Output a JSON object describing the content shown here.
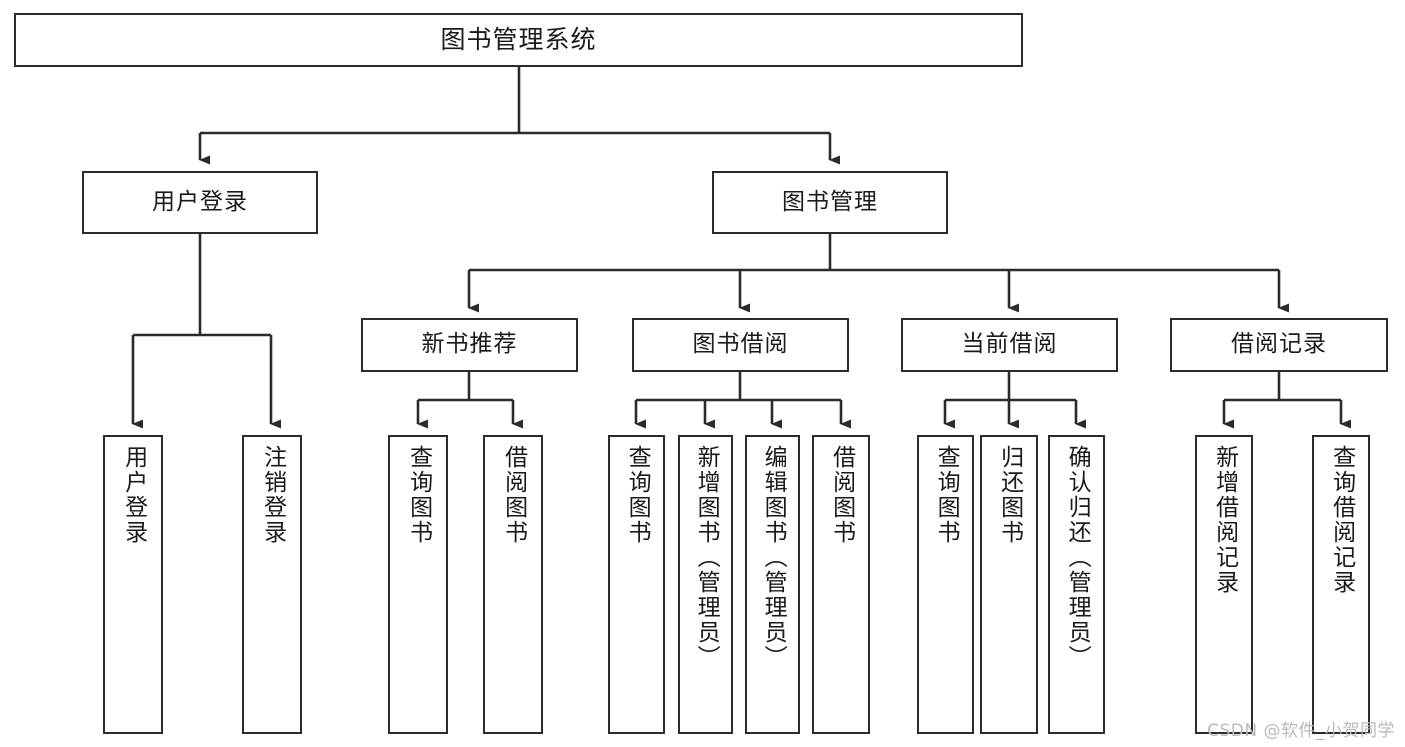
{
  "diagram": {
    "type": "tree",
    "title": "图书管理系统",
    "watermark": "CSDN @软件_小贺同学",
    "colors": {
      "stroke": "#2b2b2b",
      "fill": "#ffffff",
      "text": "#1a1a1a",
      "watermark": "#b9b9b9"
    },
    "levels": {
      "root": {
        "label": "图书管理系统"
      },
      "level2": [
        {
          "label": "用户登录"
        },
        {
          "label": "图书管理"
        }
      ],
      "level3": [
        {
          "label": "新书推荐"
        },
        {
          "label": "图书借阅"
        },
        {
          "label": "当前借阅"
        },
        {
          "label": "借阅记录"
        }
      ]
    },
    "leaves": {
      "user_login": [
        {
          "label": "用户登录"
        },
        {
          "label": "注销登录"
        }
      ],
      "new_book": [
        {
          "label": "查询图书"
        },
        {
          "label": "借阅图书"
        }
      ],
      "book_borrow": [
        {
          "label": "查询图书"
        },
        {
          "label": "新增图书（管理员）"
        },
        {
          "label": "编辑图书（管理员）"
        },
        {
          "label": "借阅图书"
        }
      ],
      "current_borrow": [
        {
          "label": "查询图书"
        },
        {
          "label": "归还图书"
        },
        {
          "label": "确认归还（管理员）"
        }
      ],
      "borrow_record": [
        {
          "label": "新增借阅记录"
        },
        {
          "label": "查询借阅记录"
        }
      ]
    }
  }
}
